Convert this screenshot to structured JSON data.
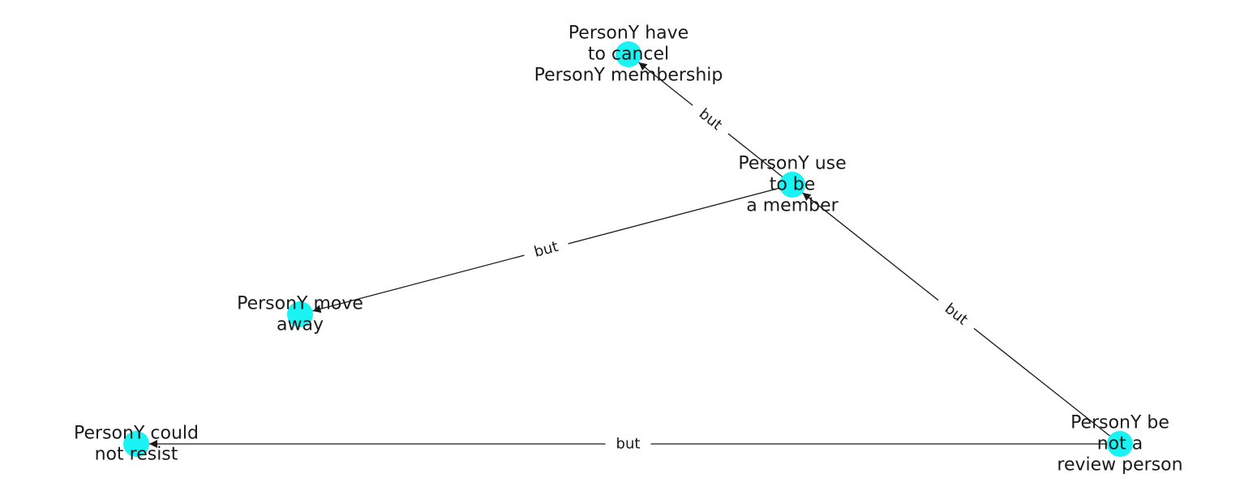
{
  "graph": {
    "node_color": "#1af3f3",
    "edge_color": "#1a1a1a",
    "nodes": [
      {
        "id": "have_to_cancel",
        "label_lines": [
          "PersonY have",
          "to cancel",
          "PersonY membership"
        ]
      },
      {
        "id": "use_to_be_member",
        "label_lines": [
          "PersonY use",
          "to be",
          "a member"
        ]
      },
      {
        "id": "move_away",
        "label_lines": [
          "PersonY move",
          "away"
        ]
      },
      {
        "id": "could_not_resist",
        "label_lines": [
          "PersonY could",
          "not resist"
        ]
      },
      {
        "id": "not_review_person",
        "label_lines": [
          "PersonY be",
          "not a",
          "review person"
        ]
      }
    ],
    "edges": [
      {
        "source": "use_to_be_member",
        "target": "have_to_cancel",
        "label": "but"
      },
      {
        "source": "use_to_be_member",
        "target": "move_away",
        "label": "but"
      },
      {
        "source": "not_review_person",
        "target": "use_to_be_member",
        "label": "but"
      },
      {
        "source": "not_review_person",
        "target": "could_not_resist",
        "label": "but"
      }
    ]
  }
}
